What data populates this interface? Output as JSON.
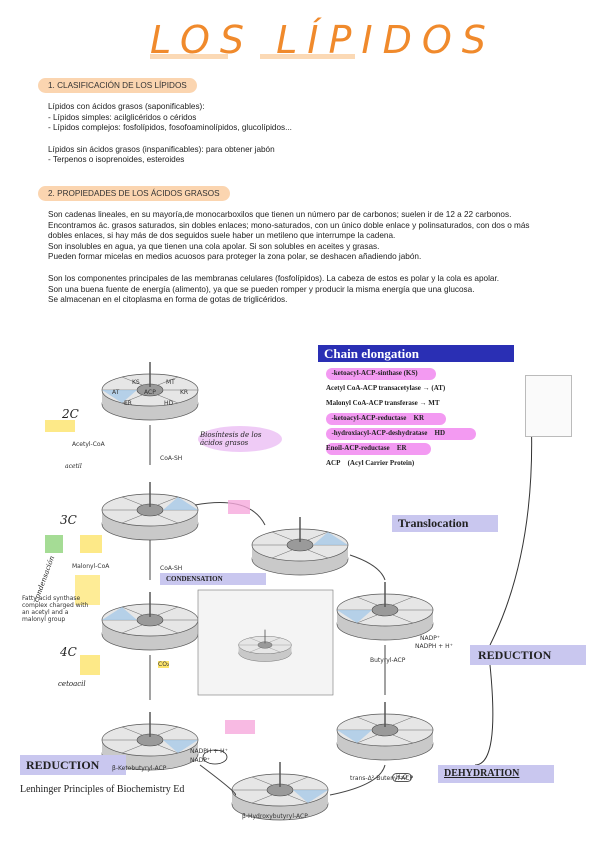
{
  "title": "LOS LÍPIDOS",
  "sections": [
    {
      "heading": "1. CLASIFICACIÓN DE LOS LÍPIDOS"
    },
    {
      "heading": "2. PROPIEDADES DE LOS ÁCIDOS GRASOS"
    }
  ],
  "clasificacion": {
    "l1": "Lípidos con ácidos grasos (saponificables):",
    "l2": "- Lípidos simples: acilglicéridos o céridos",
    "l3": "- Lípidos complejos: fosfolípidos, fosofoaminolípidos, glucolípidos...",
    "l4": "Lípidos sin ácidos grasos (inspanificables): para obtener jabón",
    "l5": "- Terpenos o isoprenoides, esteroides"
  },
  "propiedades": {
    "p1": "Son cadenas lineales, en su mayoría,de monocarboxilos que tienen un número par de carbonos; suelen ir de 12 a 22 carbonos.",
    "p2": "Encontramos ác. grasos saturados, sin dobles enlaces; mono-saturados, con un único doble enlace  y polinsaturados, con dos o más dobles enlaces, si hay más de dos seguidos suele haber un metileno que interrumpe la cadena.",
    "p3": "Son insolubles en agua, ya que tienen una cola apolar. Si son solubles en aceites y grasas.",
    "p4": "Pueden formar micelas en medios acuosos para proteger la zona polar, se deshacen añadiendo jabón.",
    "p5": "Son los componentes principales de las membranas celulares (fosfolípidos). La cabeza de estos es polar y la cola es apolar.",
    "p6": "Son una buena fuente de energía (alimento), ya que se pueden romper y producir la misma energía que una glucosa.",
    "p7": "Se almacenan en el citoplasma en forma de gotas de triglicéridos."
  },
  "diagram": {
    "chain_title": "Chain elongation",
    "legend": [
      "\u0000-ketoacyl-ACP-sinthase (KS)",
      "Acetyl CoA-ACP transacetylase → (AT)",
      "Malonyl CoA-ACP transferase → MT",
      "\u0000-ketoacyl-ACP-reductase \u0000KR",
      "\u0000-hydroxiacyl-ACP-deshydratase \u0000HD",
      "Enoil-ACP-reductase \u0000ER",
      "ACP\u0000 (Acyl Carrier Protein)"
    ],
    "translocation": "Translocation",
    "reduction_right": "REDUCTION",
    "reduction_left": "REDUCTION",
    "dehydration": "DEHYDRATION",
    "condensation": "CONDENSATION",
    "credit": "Lenhinger Principles of Biochemistry Ed",
    "disc_labels": [
      "KS",
      "MT",
      "ACP",
      "AT",
      "KR",
      "ER",
      "HD"
    ],
    "hand_2c": "2C",
    "hand_3c": "3C",
    "hand_4c": "4C",
    "hand_biosintesis": "Biosíntesis de los ácidos grasos",
    "hand_condensacion": "condensación",
    "hand_acetoacil": "acetil",
    "hand_cetoacil": "cetoacil",
    "mol_coash": "CoA-SH",
    "mol_co2": "CO₂",
    "mol_nadph": "NADPH + H⁺",
    "mol_nadp": "NADP⁺",
    "mol_h2o": "H₂O",
    "mol_malonyl": "Malonyl-CoA",
    "mol_acetylcoa": "Acetyl-CoA",
    "mol_butyryl": "Butyryl-ACP",
    "mol_trans": "trans-Δ²-Butenyl-ACP",
    "mol_hydroxy": "β-Hydroxybutyryl-ACP",
    "mol_ketobutyryl": "β-Ketobutyryl-ACP",
    "fatty_complex": "Fatty acid synthase complex charged with an acetyl and a malonyl group"
  }
}
